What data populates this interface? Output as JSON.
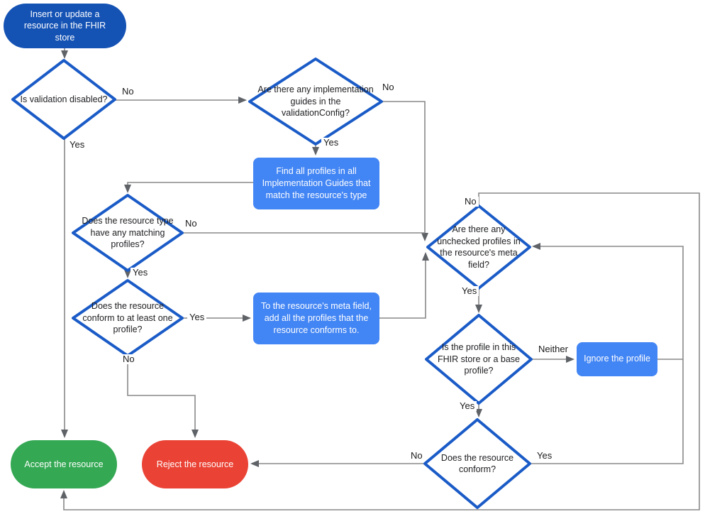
{
  "colors": {
    "terminal_blue": "#1452b4",
    "decision_border_blue": "#1a5bc7",
    "process_blue": "#4285f4",
    "accept_green": "#34a853",
    "reject_red": "#ea4335",
    "connector_gray": "#898989",
    "arrowhead_gray": "#5f6368"
  },
  "nodes": {
    "start": "Insert or update a resource in the FHIR store",
    "validation_disabled": "Is validation disabled?",
    "implementation_guides": "Are there any implementation guides in the validationConfig?",
    "find_profiles": "Find all profiles in all Implementation Guides that match the resource's type",
    "matching_profiles": "Does the resource type have any matching profiles?",
    "conform_one": "Does the resource conform to at least one profile?",
    "add_profiles": "To the resource's meta field, add all the profiles that the resource conforms to.",
    "unchecked_profiles": "Are there any unchecked profiles in the resource's meta field?",
    "profile_in_store": "Is the profile in this FHIR store or a base profile?",
    "ignore_profile": "Ignore the profile",
    "resource_conform": "Does the resource conform?",
    "accept": "Accept the resource",
    "reject": "Reject the resource"
  },
  "edge_labels": {
    "validation_disabled_no": "No",
    "validation_disabled_yes": "Yes",
    "implementation_guides_no": "No",
    "implementation_guides_yes": "Yes",
    "matching_profiles_no": "No",
    "matching_profiles_yes": "Yes",
    "conform_one_yes": "Yes",
    "conform_one_no": "No",
    "unchecked_profiles_no": "No",
    "unchecked_profiles_yes": "Yes",
    "profile_in_store_neither": "Neither",
    "profile_in_store_yes": "Yes",
    "resource_conform_yes": "Yes",
    "resource_conform_no": "No"
  }
}
